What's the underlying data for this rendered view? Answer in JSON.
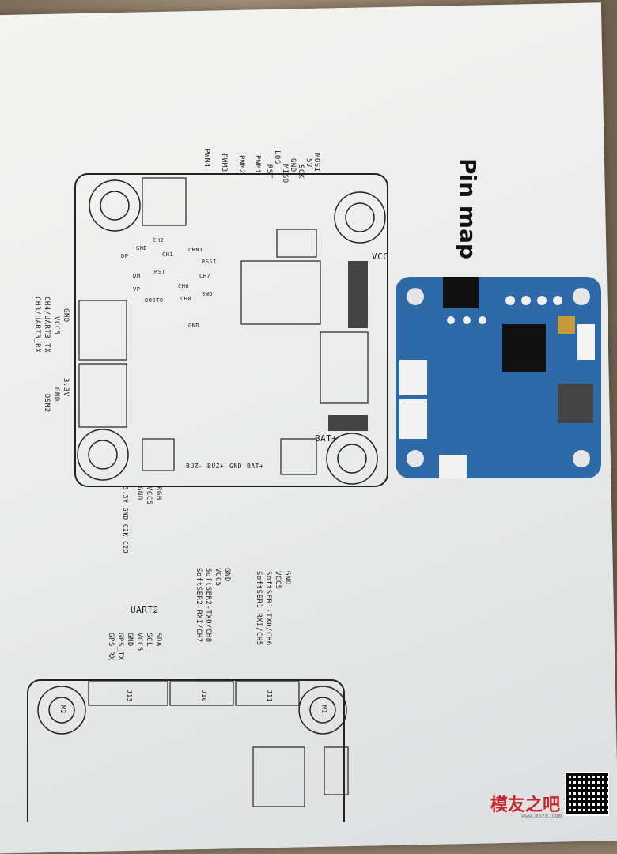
{
  "top_header": {
    "title": "Pin map",
    "power_label": "VCC",
    "battery_label": "BAT+"
  },
  "upper_pinout": {
    "spi_labels": [
      "MOSI",
      "5V",
      "SCK",
      "GND",
      "MISO",
      "LOS",
      "RST"
    ],
    "pwm_labels": [
      "PWM1",
      "PWM2",
      "PWM3",
      "PWM4"
    ],
    "left_edge_labels": [
      "GND",
      "VCC5",
      "CH4/UART3_TX",
      "CH3/UART3_RX"
    ],
    "dsm_labels": [
      "3.3V",
      "GND",
      "DSM2"
    ],
    "bottom_labels": [
      "RGB",
      "VCC5",
      "GND"
    ],
    "bottom_small": "3.3V GND C2K C2D",
    "buz_labels": [
      "BUZ-",
      "BUZ+",
      "GND",
      "BAT+"
    ],
    "inner_labels": [
      "CH2",
      "CH1",
      "GND",
      "DP",
      "DM",
      "VP",
      "RST",
      "CH6",
      "BOOT0",
      "CRNT",
      "RSSI",
      "CH7",
      "CH8",
      "SWD",
      "GND"
    ]
  },
  "lower_pinout": {
    "uart2_title": "UART2",
    "uart2_labels": [
      "SDA",
      "SCL",
      "VCC5",
      "GND",
      "GPS_TX",
      "GPS_RX"
    ],
    "softser2_labels": [
      "GND",
      "VCC5",
      "SoftSER2-TXO/CH8",
      "SoftSER2-RXI/CH7"
    ],
    "softser1_labels": [
      "GND",
      "VCC5",
      "SoftSER1-TXO/CH6",
      "SoftSER1-RXI/CH5"
    ],
    "connectors": [
      "J13",
      "J10",
      "J11"
    ],
    "mounts": [
      "M2",
      "M1"
    ]
  },
  "watermark": {
    "text": "模友之吧",
    "url": "www.moz8.com"
  },
  "colors": {
    "paper": "#eeeeec",
    "desk": "#8a7a66",
    "pcb_blue": "#2f6aa8",
    "ink": "#1c1c1c",
    "watermark_red": "#c1272d"
  }
}
